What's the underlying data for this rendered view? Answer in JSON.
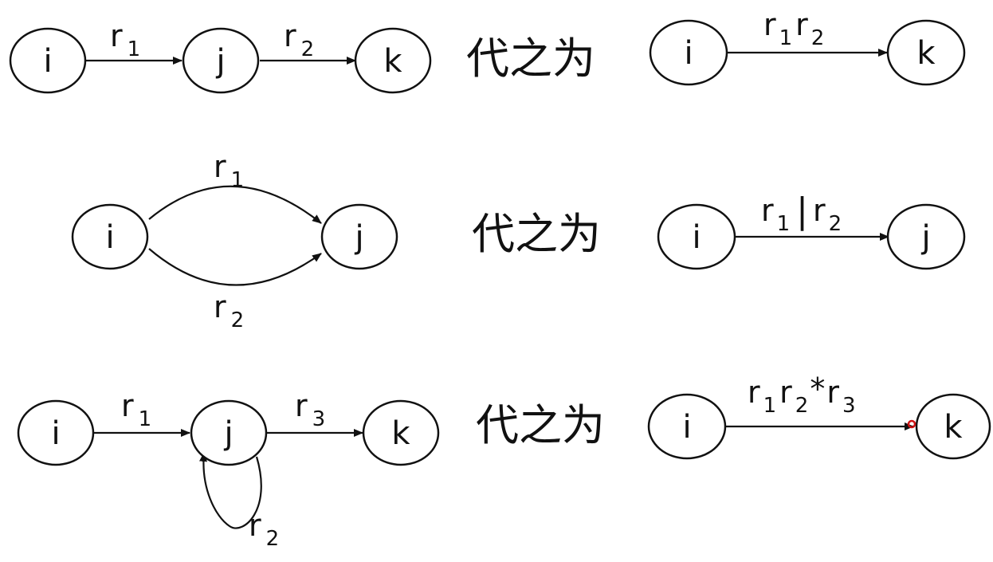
{
  "rule_text": "代之为",
  "nodes": {
    "i": "i",
    "j": "j",
    "k": "k"
  },
  "labels": {
    "r": "r",
    "one": "1",
    "two": "2",
    "three": "3",
    "bar": "|",
    "star": "*"
  },
  "colors": {
    "ink": "#111111",
    "marker": "#cc1111"
  }
}
